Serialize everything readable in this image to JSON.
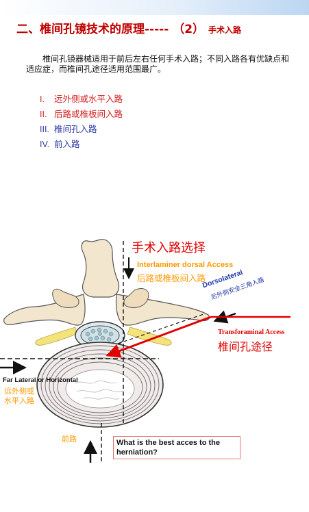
{
  "title": {
    "main": "二、椎间孔镜技术的原理-----",
    "part": "（2）",
    "sub": "手术入路"
  },
  "intro": "椎间孔镜器械适用于前后左右任何手术入路；不同入路各有优缺点和适应症，而椎间孔途径适用范围最广。",
  "approaches": [
    {
      "num": "I.",
      "label": "远外侧或水平入路",
      "color": "#d42020"
    },
    {
      "num": "II.",
      "label": "后路或椎板间入路",
      "color": "#d42020"
    },
    {
      "num": "III.",
      "label": "椎间孔入路",
      "color": "#2c3aa6"
    },
    {
      "num": "IV.",
      "label": "前入路",
      "color": "#2c3aa6"
    }
  ],
  "diagram": {
    "selection_title": "手术入路选择",
    "interlaminar_en": "Interlaminer dorsal Access",
    "interlaminar_cn": "后路或椎板间入路",
    "dorsolateral_en": "Dorsolateral",
    "dorsolateral_cn": "后外侧安全三角入路",
    "transforaminal_en": "Transforaminal Access",
    "transforaminal_cn": "椎间孔途径",
    "far_lateral_en": "Far Lateral or Horizontal",
    "far_lateral_cn_1": "远外侧或",
    "far_lateral_cn_2": "水平入路",
    "anterior_cn": "前路",
    "question": "What is the best acces to the herniation?"
  },
  "colors": {
    "title_red": "#c00000",
    "approach_red": "#d42020",
    "approach_blue": "#2c3aa6",
    "label_orange": "#ff9900",
    "arrow_red": "#e00000",
    "bone": "#f3e6cf",
    "nerve": "#f4e27a"
  }
}
